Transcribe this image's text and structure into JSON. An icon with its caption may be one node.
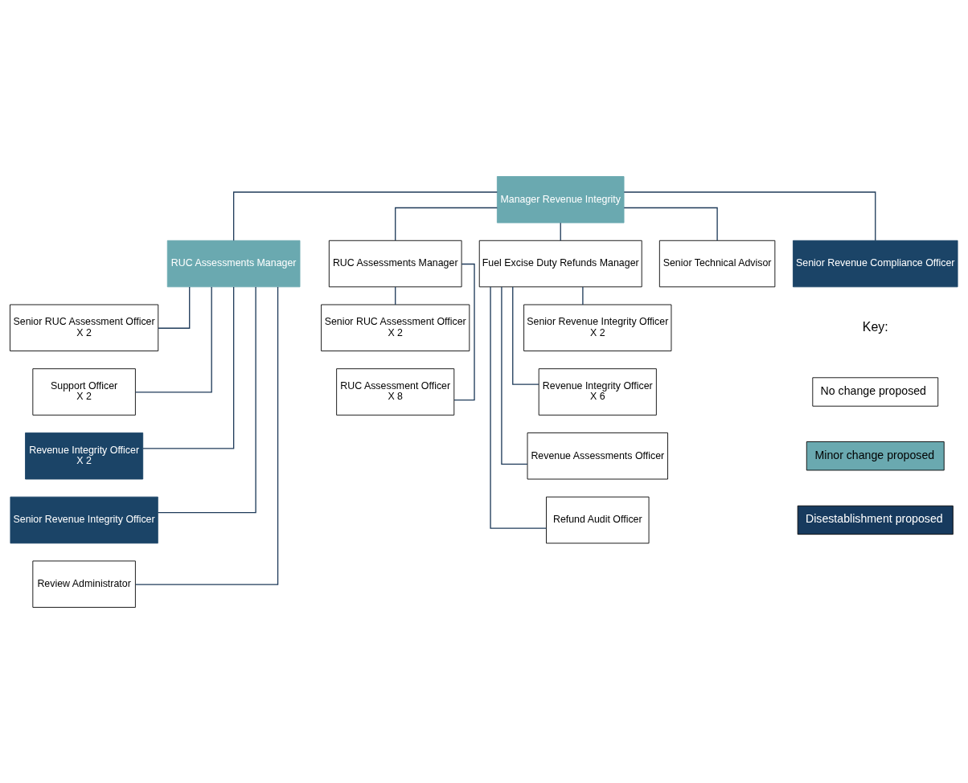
{
  "diagram": {
    "nodes": [
      {
        "text": [
          "Manager Revenue Integrity"
        ]
      },
      {
        "text": [
          "RUC Assessments Manager"
        ]
      },
      {
        "text": [
          "RUC Assessments Manager"
        ]
      },
      {
        "text": [
          "Fuel Excise Duty Refunds Manager"
        ]
      },
      {
        "text": [
          "Senior Technical Advisor"
        ]
      },
      {
        "text": [
          "Senior Revenue Compliance Officer"
        ]
      },
      {
        "text": [
          "Senior RUC Assessment Officer",
          "X 2"
        ]
      },
      {
        "text": [
          "Support Officer",
          "X 2"
        ]
      },
      {
        "text": [
          "Revenue Integrity Officer",
          "X 2"
        ]
      },
      {
        "text": [
          "Senior Revenue Integrity Officer"
        ]
      },
      {
        "text": [
          "Review Administrator"
        ]
      },
      {
        "text": [
          "Senior RUC Assessment Officer",
          "X 2"
        ]
      },
      {
        "text": [
          "RUC Assessment Officer",
          "X 8"
        ]
      },
      {
        "text": [
          "Senior Revenue Integrity Officer",
          "X 2"
        ]
      },
      {
        "text": [
          "Revenue Integrity Officer",
          "X 6"
        ]
      },
      {
        "text": [
          "Revenue Assessments Officer"
        ]
      },
      {
        "text": [
          "Refund Audit Officer"
        ]
      }
    ],
    "edges": [
      {
        "from": 0,
        "to": 1,
        "arrow": "none"
      },
      {
        "from": 0,
        "to": 2,
        "arrow": "none"
      },
      {
        "from": 0,
        "to": 3,
        "arrow": "none"
      },
      {
        "from": 0,
        "to": 4,
        "arrow": "none"
      },
      {
        "from": 0,
        "to": 5,
        "arrow": "none"
      },
      {
        "from": 1,
        "to": 6,
        "arrow": "none"
      },
      {
        "from": 1,
        "to": 7,
        "arrow": "none"
      },
      {
        "from": 1,
        "to": 8,
        "arrow": "none"
      },
      {
        "from": 1,
        "to": 9,
        "arrow": "none"
      },
      {
        "from": 1,
        "to": 10,
        "arrow": "none"
      },
      {
        "from": 2,
        "to": 11,
        "arrow": "none"
      },
      {
        "from": 2,
        "to": 12,
        "arrow": "none"
      },
      {
        "from": 3,
        "to": 13,
        "arrow": "none"
      },
      {
        "from": 3,
        "to": 14,
        "arrow": "none"
      },
      {
        "from": 3,
        "to": 15,
        "arrow": "none"
      },
      {
        "from": 3,
        "to": 16,
        "arrow": "none"
      }
    ],
    "labels": [
      "Key:"
    ],
    "legend": [
      {
        "text": "No change proposed",
        "color": "#ffffff"
      },
      {
        "text": "Minor change proposed",
        "color": "#6aa9b0"
      },
      {
        "text": "Disestablishment proposed",
        "color": "#173a5e"
      }
    ]
  }
}
